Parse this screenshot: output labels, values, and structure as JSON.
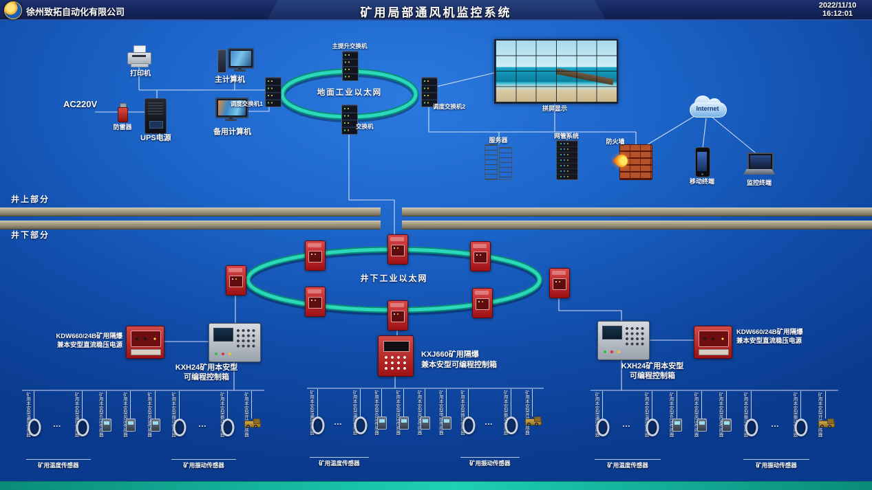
{
  "header": {
    "company": "徐州致拓自动化有限公司",
    "title": "矿用局部通风机监控系统",
    "date": "2022/11/10",
    "time": "16:12:01"
  },
  "colors": {
    "background_blue": "#1b62c6",
    "ring_teal": "#1fc3a8",
    "device_red": "#c1272d",
    "divider_tan": "#a59d84",
    "footer_teal": "#12b09a",
    "header_navy": "#16275c"
  },
  "surface": {
    "section_label": "井上部分",
    "ring_label": "地面工业以太网",
    "printer": "打印机",
    "main_computer": "主计算机",
    "backup_computer": "备用计算机",
    "power_in": "AC220V",
    "arrester": "防雷器",
    "ups": "UPS电源",
    "main_switch": "主提升交换机",
    "dispatch_switch_1": "调度交换机1",
    "dispatch_switch_2": "调度交换机2",
    "switch": "交换机",
    "video_wall": "拼屏显示",
    "server": "服务器",
    "nms": "网管系统",
    "firewall": "防火墙",
    "internet": "Internet",
    "mobile_terminal": "移动终端",
    "monitor_terminal": "监控终端"
  },
  "underground": {
    "section_label": "井下部分",
    "ring_label": "井下工业以太网",
    "left_power_line1": "KDW660/24B矿用隔爆",
    "left_power_line2": "兼本安型直流稳压电源",
    "left_plc_line1": "KXH24矿用本安型",
    "left_plc_line2": "可编程控制箱",
    "center_plc_line1": "KXJ660矿用隔爆",
    "center_plc_line2": "兼本安型可编程控制箱",
    "right_plc_line1": "KXH24矿用本安型",
    "right_plc_line2": "可编程控制箱",
    "right_power_line1": "KDW660/24B矿用隔爆",
    "right_power_line2": "兼本安型直流稳压电源"
  },
  "sensors": {
    "left": [
      {
        "label": "矿用本安型温度传感器",
        "icon": "ring"
      },
      {
        "label": "…",
        "icon": "dots"
      },
      {
        "label": "矿用本安型温度传感器",
        "icon": "ring"
      },
      {
        "label": "矿用本安型负压传感器",
        "icon": "instrument"
      },
      {
        "label": "矿用本安型风压传感器",
        "icon": "instrument"
      },
      {
        "label": "矿用本安型风速传感器",
        "icon": "instrument"
      },
      {
        "label": "矿用本安型振动传感器",
        "icon": "ring"
      },
      {
        "label": "…",
        "icon": "dots"
      },
      {
        "label": "矿用本安型振动传感器",
        "icon": "ring"
      },
      {
        "label": "矿用本安型开停传感器",
        "icon": "machine"
      }
    ],
    "center": [
      {
        "label": "矿用本安型温度传感器",
        "icon": "ring"
      },
      {
        "label": "…",
        "icon": "dots"
      },
      {
        "label": "矿用本安型温度传感器",
        "icon": "ring"
      },
      {
        "label": "矿用本安型负压传感器",
        "icon": "instrument"
      },
      {
        "label": "矿用本安型风压传感器",
        "icon": "instrument"
      },
      {
        "label": "矿用本安型风速传感器",
        "icon": "instrument"
      },
      {
        "label": "矿用本安型甲烷传感器",
        "icon": "instrument"
      },
      {
        "label": "矿用本安型振动传感器",
        "icon": "ring"
      },
      {
        "label": "…",
        "icon": "dots"
      },
      {
        "label": "矿用本安型振动传感器",
        "icon": "ring"
      },
      {
        "label": "矿用本安型开停传感器",
        "icon": "machine"
      }
    ],
    "right": [
      {
        "label": "矿用本安型温度传感器",
        "icon": "ring"
      },
      {
        "label": "…",
        "icon": "dots"
      },
      {
        "label": "矿用本安型温度传感器",
        "icon": "ring"
      },
      {
        "label": "矿用本安型负压传感器",
        "icon": "instrument"
      },
      {
        "label": "矿用本安型风压传感器",
        "icon": "instrument"
      },
      {
        "label": "矿用本安型风速传感器",
        "icon": "instrument"
      },
      {
        "label": "矿用本安型振动传感器",
        "icon": "ring"
      },
      {
        "label": "…",
        "icon": "dots"
      },
      {
        "label": "矿用本安型振动传感器",
        "icon": "ring"
      },
      {
        "label": "矿用本安型开停传感器",
        "icon": "machine"
      }
    ],
    "groups": {
      "left": [
        {
          "label": "矿用温度传感器",
          "from": 0,
          "to": 2
        },
        {
          "label": "矿用振动传感器",
          "from": 6,
          "to": 8
        }
      ],
      "center": [
        {
          "label": "矿用温度传感器",
          "from": 0,
          "to": 2
        },
        {
          "label": "矿用振动传感器",
          "from": 7,
          "to": 9
        }
      ],
      "right": [
        {
          "label": "矿用温度传感器",
          "from": 0,
          "to": 2
        },
        {
          "label": "矿用振动传感器",
          "from": 6,
          "to": 8
        }
      ]
    }
  }
}
